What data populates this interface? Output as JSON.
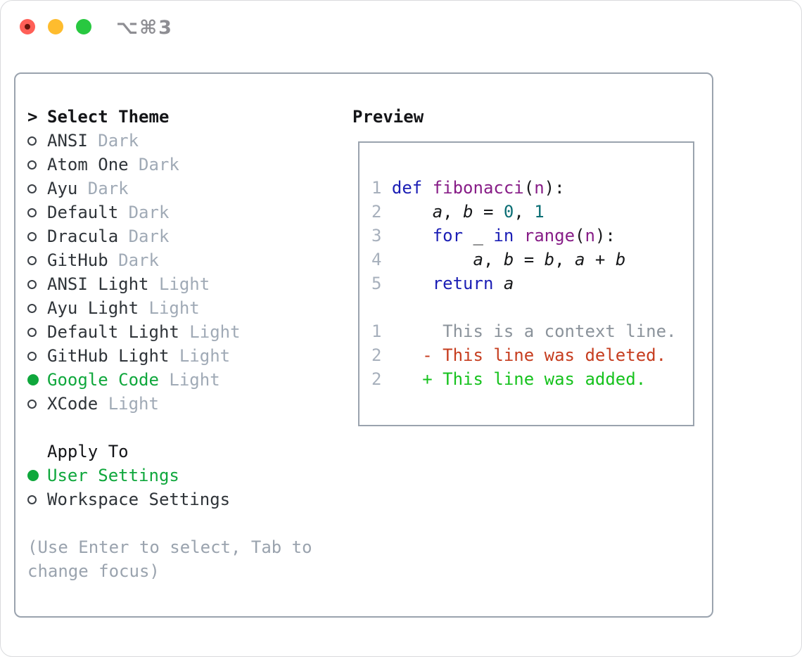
{
  "window": {
    "title": "⌥⌘3",
    "traffic_lights": [
      "close",
      "minimize",
      "zoom"
    ]
  },
  "colors": {
    "accent_green": "#0fa73c",
    "muted_gray": "#a0aab6",
    "panel_border": "#9aa3ae",
    "traffic_red": "#ff5f57",
    "traffic_yellow": "#febc2e",
    "traffic_green": "#28c840",
    "diff_deleted_red": "#c63d1f",
    "diff_added_green": "#16c21d",
    "code_keyword_blue": "#1b1eb5",
    "code_name_purple": "#871d87",
    "code_number_teal": "#0b6e74",
    "line_number_gray": "#a7b0bc"
  },
  "theme_panel": {
    "header": {
      "pointer": ">",
      "label": "Select Theme"
    },
    "themes": [
      {
        "name": "ANSI",
        "variant": "Dark",
        "selected": false
      },
      {
        "name": "Atom One",
        "variant": "Dark",
        "selected": false
      },
      {
        "name": "Ayu",
        "variant": "Dark",
        "selected": false
      },
      {
        "name": "Default",
        "variant": "Dark",
        "selected": false
      },
      {
        "name": "Dracula",
        "variant": "Dark",
        "selected": false
      },
      {
        "name": "GitHub",
        "variant": "Dark",
        "selected": false
      },
      {
        "name": "ANSI Light",
        "variant": "Light",
        "selected": false
      },
      {
        "name": "Ayu Light",
        "variant": "Light",
        "selected": false
      },
      {
        "name": "Default Light",
        "variant": "Light",
        "selected": false
      },
      {
        "name": "GitHub Light",
        "variant": "Light",
        "selected": false
      },
      {
        "name": "Google Code",
        "variant": "Light",
        "selected": true
      },
      {
        "name": "XCode",
        "variant": "Light",
        "selected": false
      }
    ],
    "apply_to": {
      "label": "Apply To",
      "options": [
        {
          "label": "User Settings",
          "selected": true
        },
        {
          "label": "Workspace Settings",
          "selected": false
        }
      ]
    },
    "hint": "(Use Enter to select, Tab to change focus)"
  },
  "preview": {
    "label": "Preview",
    "code_lines": [
      {
        "num": "1",
        "segments": [
          {
            "t": "def ",
            "s": "kw"
          },
          {
            "t": "fibonacci",
            "s": "fn"
          },
          {
            "t": "(",
            "s": "pl"
          },
          {
            "t": "n",
            "s": "fn"
          },
          {
            "t": "):",
            "s": "pl"
          }
        ]
      },
      {
        "num": "2",
        "segments": [
          {
            "t": "    ",
            "s": "pl"
          },
          {
            "t": "a",
            "s": "var"
          },
          {
            "t": ", ",
            "s": "pl"
          },
          {
            "t": "b",
            "s": "var"
          },
          {
            "t": " = ",
            "s": "pl"
          },
          {
            "t": "0",
            "s": "num"
          },
          {
            "t": ", ",
            "s": "pl"
          },
          {
            "t": "1",
            "s": "num"
          }
        ]
      },
      {
        "num": "3",
        "segments": [
          {
            "t": "    ",
            "s": "pl"
          },
          {
            "t": "for",
            "s": "kw"
          },
          {
            "t": " _ ",
            "s": "pl"
          },
          {
            "t": "in",
            "s": "kw"
          },
          {
            "t": " ",
            "s": "pl"
          },
          {
            "t": "range",
            "s": "fn"
          },
          {
            "t": "(",
            "s": "pl"
          },
          {
            "t": "n",
            "s": "fn"
          },
          {
            "t": "):",
            "s": "pl"
          }
        ]
      },
      {
        "num": "4",
        "segments": [
          {
            "t": "        ",
            "s": "pl"
          },
          {
            "t": "a",
            "s": "var"
          },
          {
            "t": ", ",
            "s": "pl"
          },
          {
            "t": "b",
            "s": "var"
          },
          {
            "t": " = ",
            "s": "pl"
          },
          {
            "t": "b",
            "s": "var"
          },
          {
            "t": ", ",
            "s": "pl"
          },
          {
            "t": "a",
            "s": "var"
          },
          {
            "t": " + ",
            "s": "pl"
          },
          {
            "t": "b",
            "s": "var"
          }
        ]
      },
      {
        "num": "5",
        "segments": [
          {
            "t": "    ",
            "s": "pl"
          },
          {
            "t": "return",
            "s": "kw"
          },
          {
            "t": " ",
            "s": "pl"
          },
          {
            "t": "a",
            "s": "var"
          }
        ]
      }
    ],
    "diff_lines": [
      {
        "num": "1",
        "sign": " ",
        "text": "This is a context line.",
        "kind": "context"
      },
      {
        "num": "2",
        "sign": "-",
        "text": "This line was deleted.",
        "kind": "deleted"
      },
      {
        "num": "2",
        "sign": "+",
        "text": "This line was added.",
        "kind": "added"
      }
    ]
  }
}
